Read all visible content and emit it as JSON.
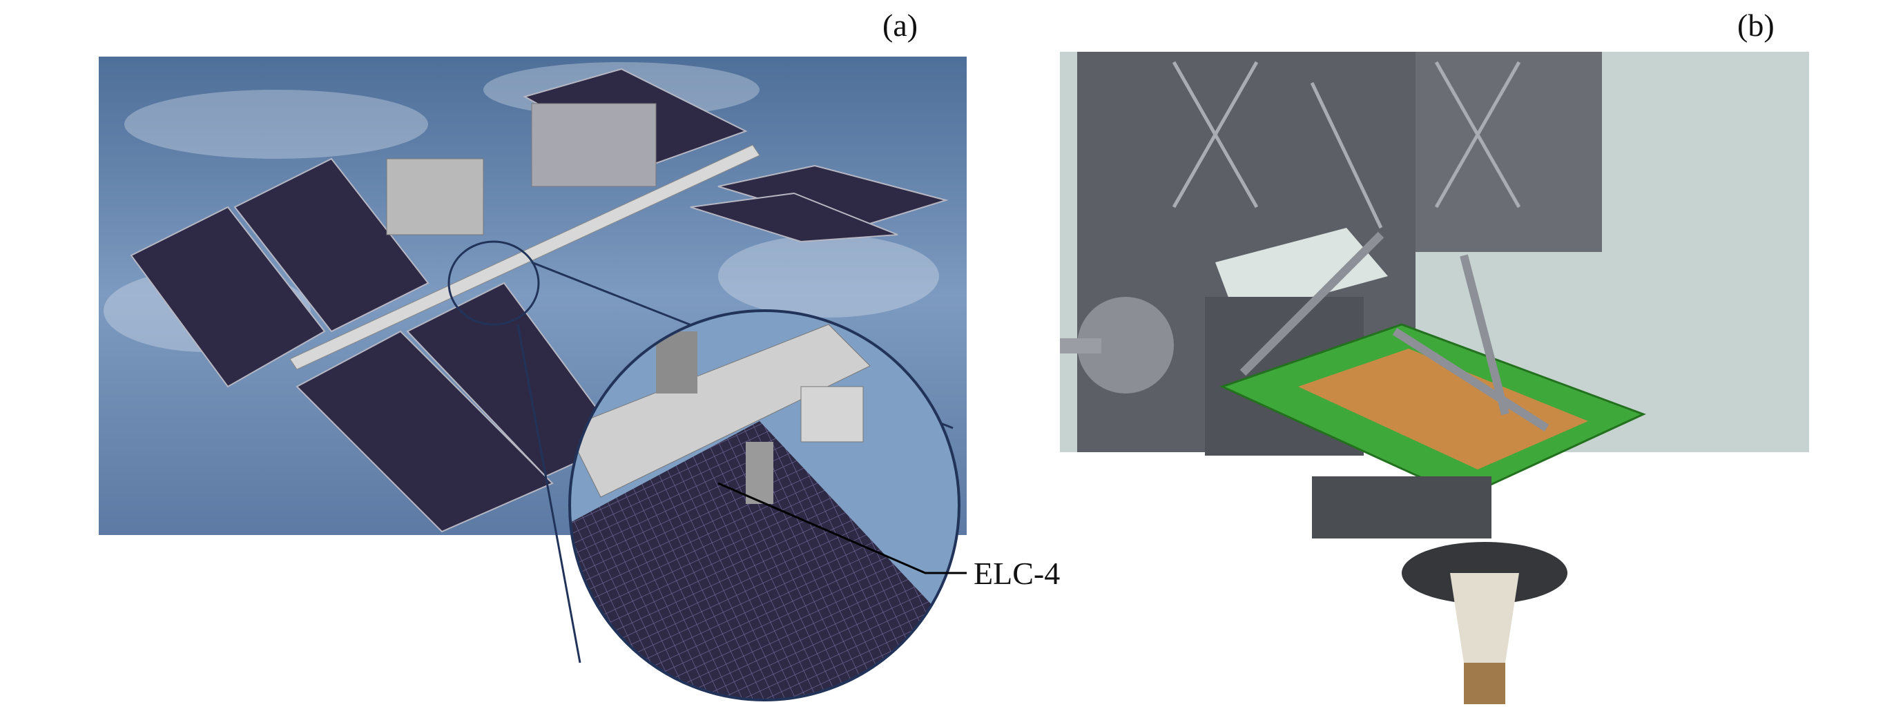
{
  "panels": [
    {
      "label": "(a)",
      "callout": "ELC-4"
    },
    {
      "label": "(b)"
    }
  ],
  "colors": {
    "earth": "#5f7fa6",
    "solar_panel": "#2e2a45",
    "structure_gray": "#5c5f66",
    "platform_green": "#3fa83a",
    "plate_tan": "#c98a45"
  }
}
